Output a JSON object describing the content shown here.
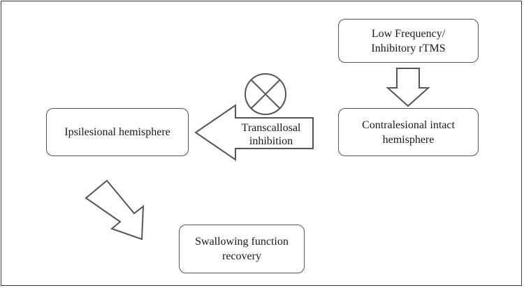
{
  "diagram": {
    "nodes": {
      "rtms": "Low Frequency/\nInhibitory rTMS",
      "contralesional": "Contralesional intact\nhemisphere",
      "ipsilesional": "Ipsilesional hemisphere",
      "swallowing": "Swallowing function\nrecovery"
    },
    "edges": {
      "transcallosal": "Transcallosal\ninhibition"
    },
    "colors": {
      "stroke": "#555555",
      "fill": "#ffffff"
    }
  }
}
